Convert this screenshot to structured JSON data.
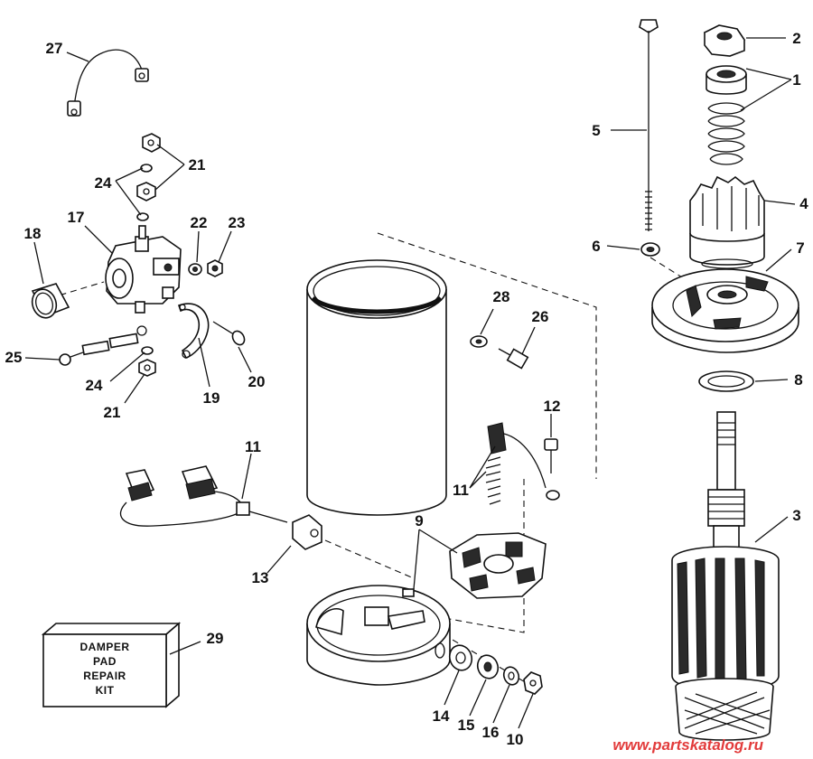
{
  "callouts": {
    "c1": "1",
    "c2": "2",
    "c3": "3",
    "c4": "4",
    "c5": "5",
    "c6": "6",
    "c7": "7",
    "c8": "8",
    "c9": "9",
    "c10": "10",
    "c11a": "11",
    "c11b": "11",
    "c12": "12",
    "c13": "13",
    "c14": "14",
    "c15": "15",
    "c16": "16",
    "c17": "17",
    "c18": "18",
    "c19": "19",
    "c20": "20",
    "c21a": "21",
    "c21b": "21",
    "c22": "22",
    "c23": "23",
    "c24a": "24",
    "c24b": "24",
    "c25": "25",
    "c26": "26",
    "c27": "27",
    "c28": "28",
    "c29": "29"
  },
  "kit_label": {
    "line1": "DAMPER",
    "line2": "PAD",
    "line3": "REPAIR",
    "line4": "KIT"
  },
  "watermark": "www.partskatalog.ru",
  "colors": {
    "ink": "#111111",
    "watermark": "#e23b3b",
    "background": "#ffffff"
  }
}
